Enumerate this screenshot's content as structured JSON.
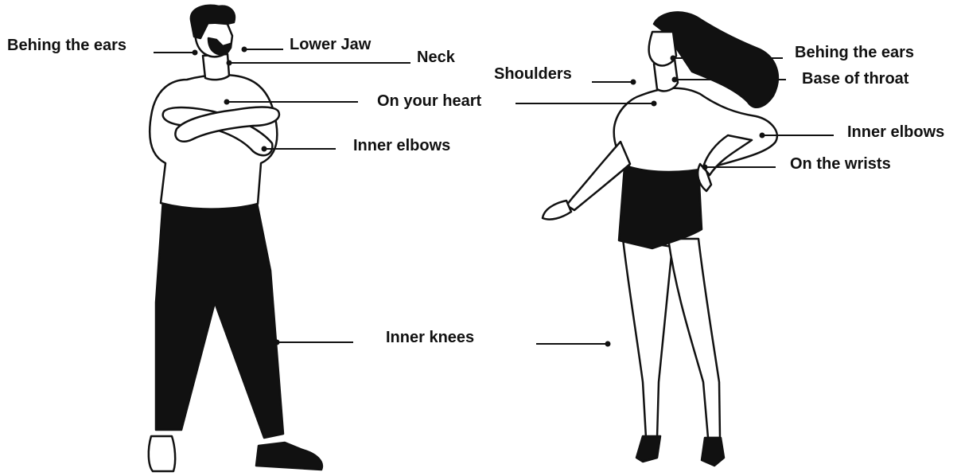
{
  "colors": {
    "ink": "#111111",
    "background": "#ffffff"
  },
  "labels": {
    "man": {
      "behind_ears": "Behing the ears",
      "lower_jaw": "Lower Jaw",
      "neck": "Neck",
      "heart": "On your heart",
      "inner_elbows": "Inner elbows",
      "inner_knees": "Inner knees"
    },
    "woman": {
      "shoulders": "Shoulders",
      "behind_ears": "Behing the ears",
      "base_of_throat": "Base of throat",
      "inner_elbows": "Inner elbows",
      "wrists": "On the wrists"
    }
  }
}
